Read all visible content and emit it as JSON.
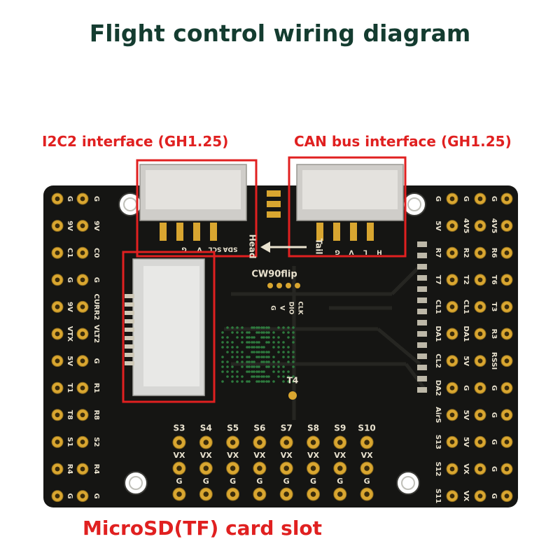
{
  "title": "Flight control wiring diagram",
  "callouts": {
    "i2c": "I2C2 interface (GH1.25)",
    "can": "CAN bus interface (GH1.25)",
    "sd": "MicroSD(TF) card slot"
  },
  "board": {
    "name": "CW90flip",
    "head": "Head",
    "tail": "Tail",
    "test_point": "T4",
    "i2c_pins": [
      "G",
      "V",
      "SCL",
      "SDA"
    ],
    "can_pins": [
      "G",
      "V",
      "L",
      "H"
    ],
    "debug_pins": [
      "G",
      "V",
      "DIO",
      "CLK"
    ],
    "left_pads": [
      [
        "G",
        "G"
      ],
      [
        "9V",
        "9V"
      ],
      [
        "C1",
        "C0"
      ],
      [
        "G",
        "G"
      ],
      [
        "9V",
        "CURR2"
      ],
      [
        "VTX",
        "VLT2"
      ],
      [
        "5V",
        "G"
      ],
      [
        "T1",
        "R1"
      ],
      [
        "T8",
        "R8"
      ],
      [
        "S1",
        "S2"
      ],
      [
        "R4",
        "R4"
      ],
      [
        "G",
        "G"
      ]
    ],
    "right_pads": [
      [
        "G",
        "G",
        "G"
      ],
      [
        "5V",
        "4V5",
        "4V5"
      ],
      [
        "R7",
        "R2",
        "R6"
      ],
      [
        "T7",
        "T2",
        "T6"
      ],
      [
        "CL1",
        "CL1",
        "T3"
      ],
      [
        "DA1",
        "DA1",
        "R3"
      ],
      [
        "CL2",
        "5V",
        "RSSI"
      ],
      [
        "DA2",
        "G",
        "G"
      ],
      [
        "AirS",
        "5V",
        "G"
      ],
      [
        "S13",
        "5V",
        "G"
      ],
      [
        "S12",
        "VX",
        "G"
      ],
      [
        "S11",
        "VX",
        "G"
      ]
    ],
    "servo_cols": [
      "S3",
      "S4",
      "S5",
      "S6",
      "S7",
      "S8",
      "S9",
      "S10"
    ],
    "servo_rows": [
      "VX",
      "G"
    ]
  },
  "colors": {
    "title": "#143c30",
    "callout": "#e02020",
    "board": "#151513",
    "pad": "#d9a630",
    "silk": "#e9e2cf"
  }
}
